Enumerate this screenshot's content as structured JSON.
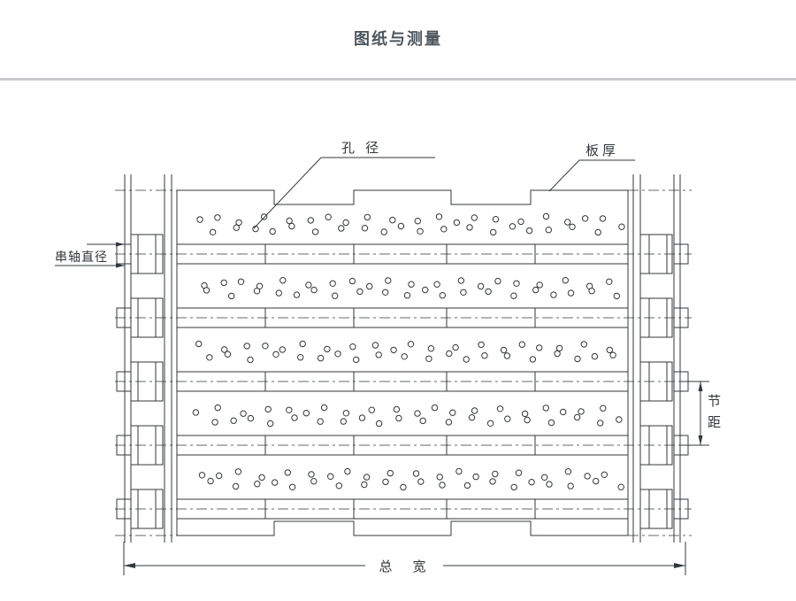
{
  "page": {
    "title": "图纸与测量",
    "background": "#ffffff"
  },
  "header": {
    "divider_color": "#c8cbcd"
  },
  "diagram": {
    "type": "engineering-drawing",
    "line_color": "#33373a",
    "labels": {
      "hole_diameter": "孔 径",
      "plate_thickness": "板厚",
      "shaft_diameter": "串轴直径",
      "pitch": "节距",
      "total_width": "总　宽"
    },
    "structure": {
      "plate_rows": 5,
      "hole_rows": 5,
      "holes_per_row": 40,
      "chain_links_per_side": 5
    }
  }
}
